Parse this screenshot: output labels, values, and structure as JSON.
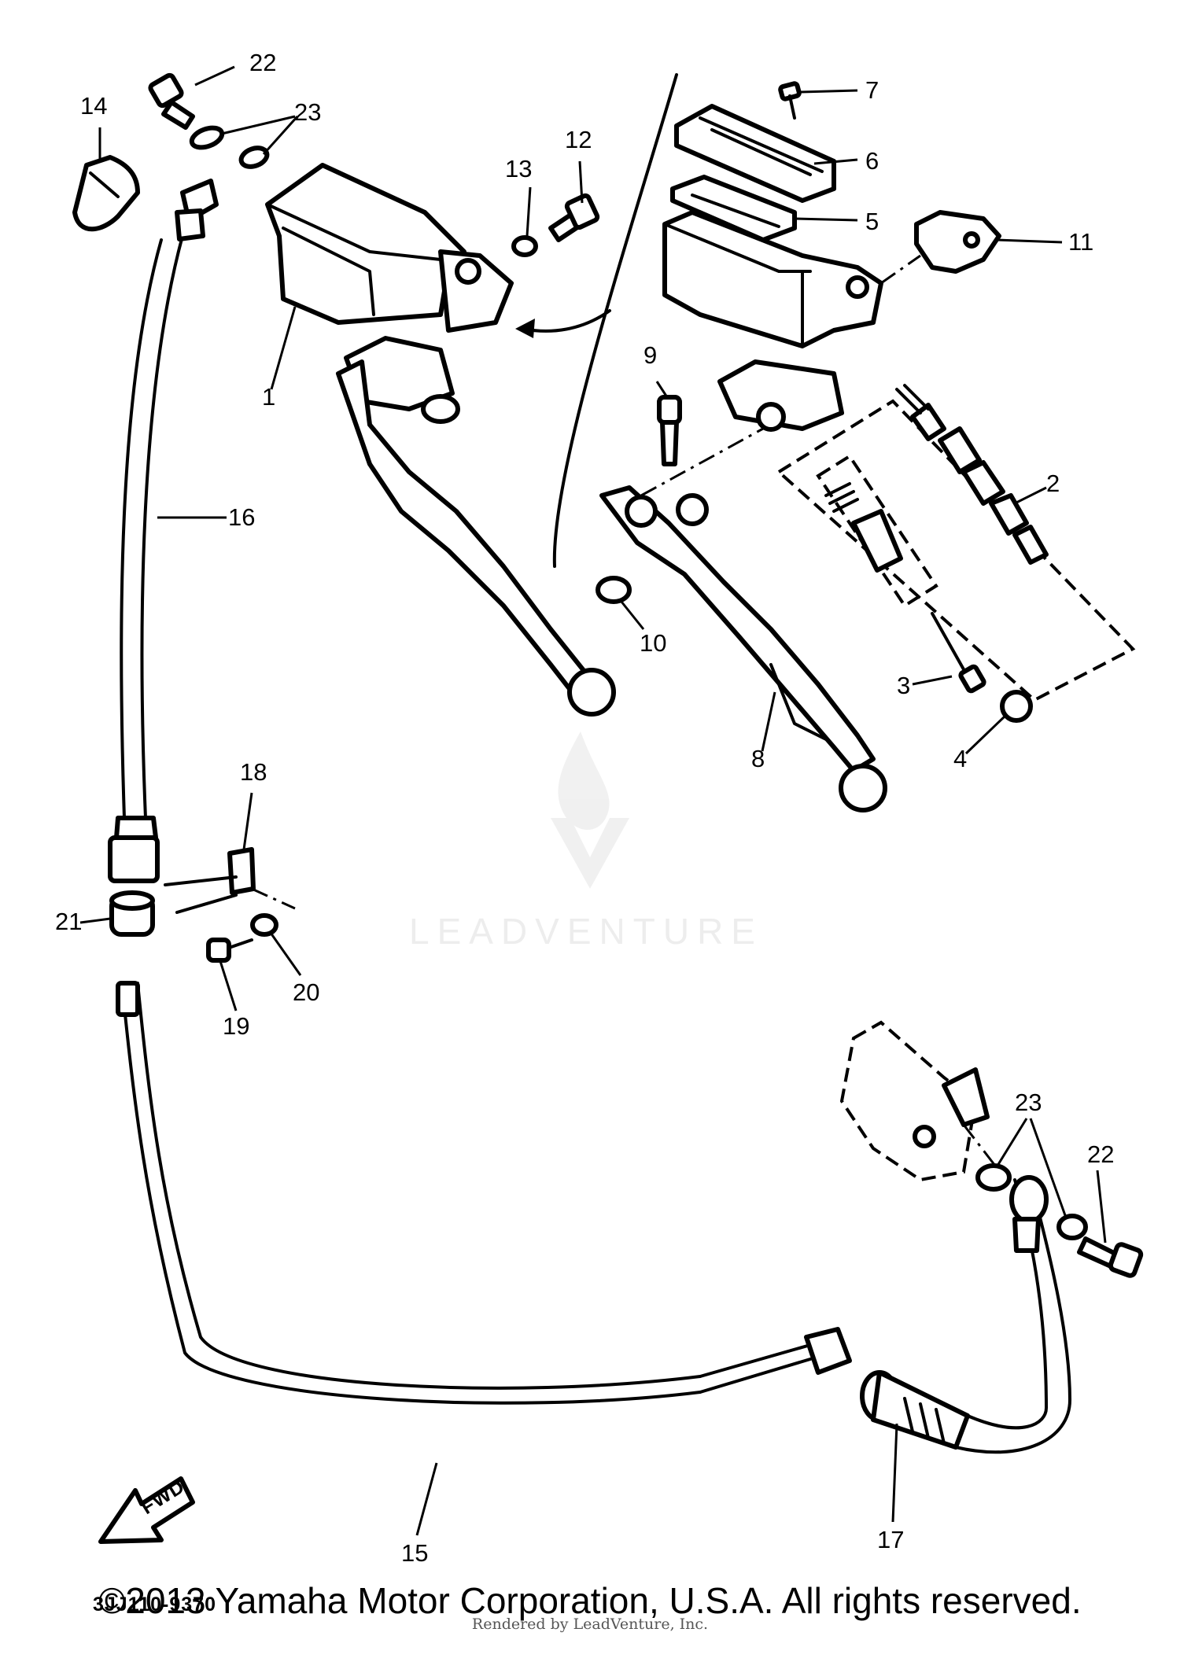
{
  "callouts": {
    "c1": "1",
    "c2": "2",
    "c3": "3",
    "c4": "4",
    "c5": "5",
    "c6": "6",
    "c7": "7",
    "c8": "8",
    "c9": "9",
    "c10": "10",
    "c11": "11",
    "c12": "12",
    "c13": "13",
    "c14": "14",
    "c15": "15",
    "c16": "16",
    "c17": "17",
    "c18": "18",
    "c19": "19",
    "c20": "20",
    "c21": "21",
    "c22a": "22",
    "c22b": "22",
    "c23a": "23",
    "c23b": "23"
  },
  "diagram_code": "3JJ110-9370",
  "direction_label": "FWD",
  "watermark": "LEADVENTURE",
  "copyright": "©2013 Yamaha Motor Corporation, U.S.A. All rights reserved.",
  "rendered_by": "Rendered by LeadVenture, Inc."
}
